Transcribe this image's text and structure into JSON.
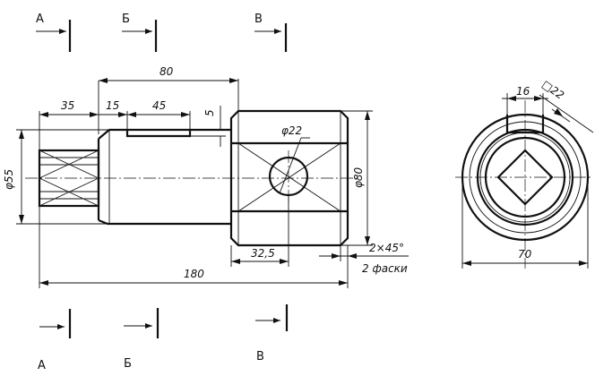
{
  "sections": {
    "top": [
      "А",
      "Б",
      "В"
    ],
    "bottom": [
      "А",
      "Б",
      "В"
    ]
  },
  "dimensions": {
    "d80_len": "80",
    "d35": "35",
    "d15": "15",
    "d45": "45",
    "d5": "5",
    "phi22": "φ22",
    "phi55": "φ55",
    "phi80": "φ80",
    "d32_5": "32,5",
    "d180": "180",
    "chamfer": "2×45°",
    "chamfer_note": "2 фаски",
    "d16": "16",
    "sq22": "□22",
    "d70": "70"
  }
}
